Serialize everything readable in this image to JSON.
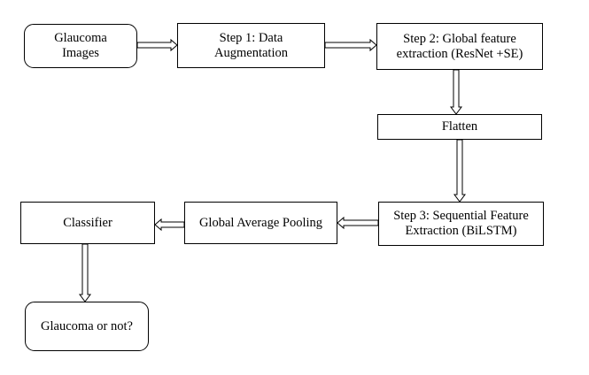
{
  "nodes": {
    "glaucoma_images": "Glaucoma\nImages",
    "step1": "Step 1: Data\nAugmentation",
    "step2": "Step 2: Global feature\nextraction (ResNet +SE)",
    "flatten": "Flatten",
    "step3": "Step 3: Sequential Feature\nExtraction (BiLSTM)",
    "gap": "Global Average Pooling",
    "classifier": "Classifier",
    "output": "Glaucoma or not?"
  }
}
